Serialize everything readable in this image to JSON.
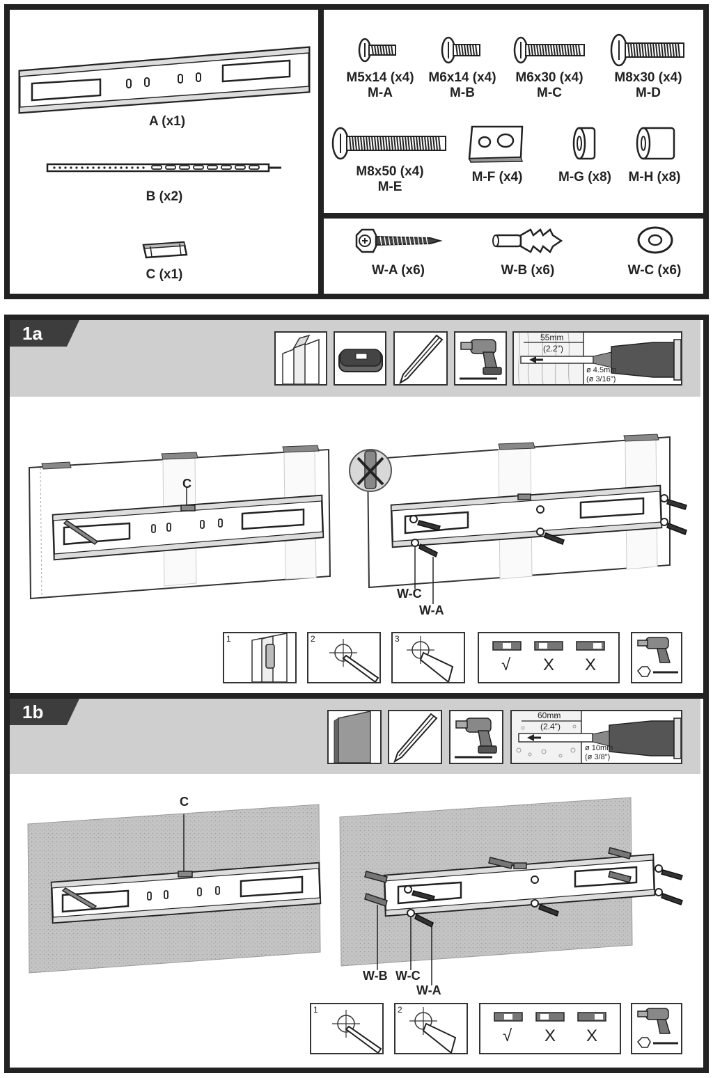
{
  "parts_box": {
    "items": [
      {
        "id": "part-a",
        "label": "A (x1)"
      },
      {
        "id": "part-b",
        "label": "B (x2)"
      },
      {
        "id": "part-c",
        "label": "C (x1)"
      }
    ]
  },
  "hardware_box": {
    "screws": [
      {
        "size": "M5x14 (x4)",
        "code": "M-A"
      },
      {
        "size": "M6x14 (x4)",
        "code": "M-B"
      },
      {
        "size": "M6x30 (x4)",
        "code": "M-C"
      },
      {
        "size": "M8x30 (x4)",
        "code": "M-D"
      },
      {
        "size": "M8x50 (x4)",
        "code": "M-E"
      }
    ],
    "others": [
      {
        "label": "M-F (x4)"
      },
      {
        "label": "M-G (x8)"
      },
      {
        "label": "M-H (x8)"
      }
    ]
  },
  "wall_hardware": [
    {
      "label": "W-A (x6)"
    },
    {
      "label": "W-B (x6)"
    },
    {
      "label": "W-C (x6)"
    }
  ],
  "step_1a": {
    "tag": "1a",
    "drill_depth": "55mm",
    "drill_depth_in": "(2.2\")",
    "drill_dia": "ø 4.5mm",
    "drill_dia_in": "(ø 3/16\")",
    "callout_c": "C",
    "callout_wc": "W-C",
    "callout_wa": "W-A",
    "substeps": [
      "1",
      "2",
      "3"
    ],
    "check_mark": "√",
    "x_mark": "X"
  },
  "step_1b": {
    "tag": "1b",
    "drill_depth": "60mm",
    "drill_depth_in": "(2.4\")",
    "drill_dia": "ø 10mm",
    "drill_dia_in": "(ø 3/8\")",
    "callout_c": "C",
    "callout_wb": "W-B",
    "callout_wc": "W-C",
    "callout_wa": "W-A",
    "substeps": [
      "1",
      "2"
    ],
    "check_mark": "√",
    "x_mark": "X"
  }
}
